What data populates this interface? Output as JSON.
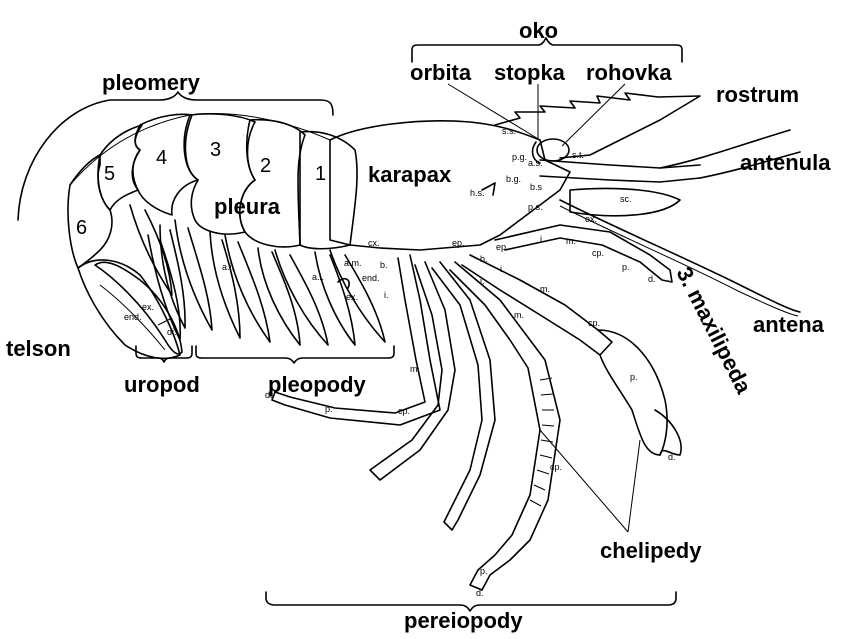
{
  "title_labels": {
    "oko": "oko",
    "orbita": "orbita",
    "stopka": "stopka",
    "rohovka": "rohovka",
    "rostrum": "rostrum",
    "antenula": "antenula",
    "antena": "antena",
    "maxilipeda": "3. maxilipeda",
    "karapax": "karapax",
    "pleomery": "pleomery",
    "pleura": "pleura",
    "telson": "telson",
    "uropod": "uropod",
    "pleopody": "pleopody",
    "chelipedy": "chelipedy",
    "pereiopody": "pereiopody"
  },
  "segments": [
    "1",
    "2",
    "3",
    "4",
    "5",
    "6"
  ],
  "abbrev": {
    "ss": "s.s.",
    "pg": "p.g.",
    "as": "a.s.",
    "st": "s.t.",
    "bg": "b.g.",
    "hs": "h.s.",
    "bs": "b.s",
    "ps": "p.s.",
    "sc": "sc.",
    "ex": "ex.",
    "ep": "ep.",
    "cx": "cx.",
    "b": "b.",
    "i": "i.",
    "m": "m.",
    "cp": "cp.",
    "p": "p.",
    "d": "d.",
    "am": "a.m.",
    "end": "end.",
    "ai": "a.i.",
    "di": "di."
  }
}
